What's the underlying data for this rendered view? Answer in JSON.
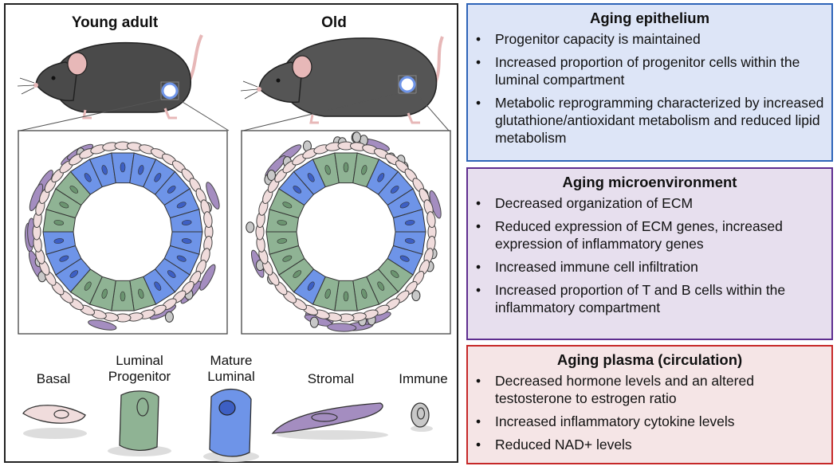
{
  "left_panel": {
    "title_young": "Young adult",
    "title_old": "Old",
    "legend": {
      "basal": "Basal",
      "luminal_progenitor_l1": "Luminal",
      "luminal_progenitor_l2": "Progenitor",
      "mature_luminal_l1": "Mature",
      "mature_luminal_l2": "Luminal",
      "stromal": "Stromal",
      "immune": "Immune"
    }
  },
  "colors": {
    "basal": "#f0dcdc",
    "luminal_progenitor": "#8fb394",
    "mature_luminal": "#6e94e8",
    "stromal": "#a48dc0",
    "immune": "#c8c8c8",
    "mouse": "#4a4a4a",
    "epithelium_box": "#dde5f7",
    "microenvironment_box": "#e7dfee",
    "plasma_box": "#f5e5e6"
  },
  "epithelium": {
    "title": "Aging epithelium",
    "items": [
      "Progenitor capacity is maintained",
      "Increased proportion of progenitor cells within the luminal compartment",
      "Metabolic reprogramming characterized by increased glutathione/antioxidant metabolism and reduced lipid metabolism"
    ]
  },
  "microenvironment": {
    "title": "Aging microenvironment",
    "items": [
      "Decreased organization of ECM",
      "Reduced expression of ECM genes, increased expression of inflammatory genes",
      "Increased immune cell infiltration",
      "Increased proportion of T and B cells within the inflammatory compartment"
    ]
  },
  "plasma": {
    "title": "Aging plasma (circulation)",
    "items": [
      "Decreased hormone levels and an altered testosterone to estrogen ratio",
      "Increased inflammatory cytokine levels",
      "Reduced NAD+ levels"
    ]
  }
}
